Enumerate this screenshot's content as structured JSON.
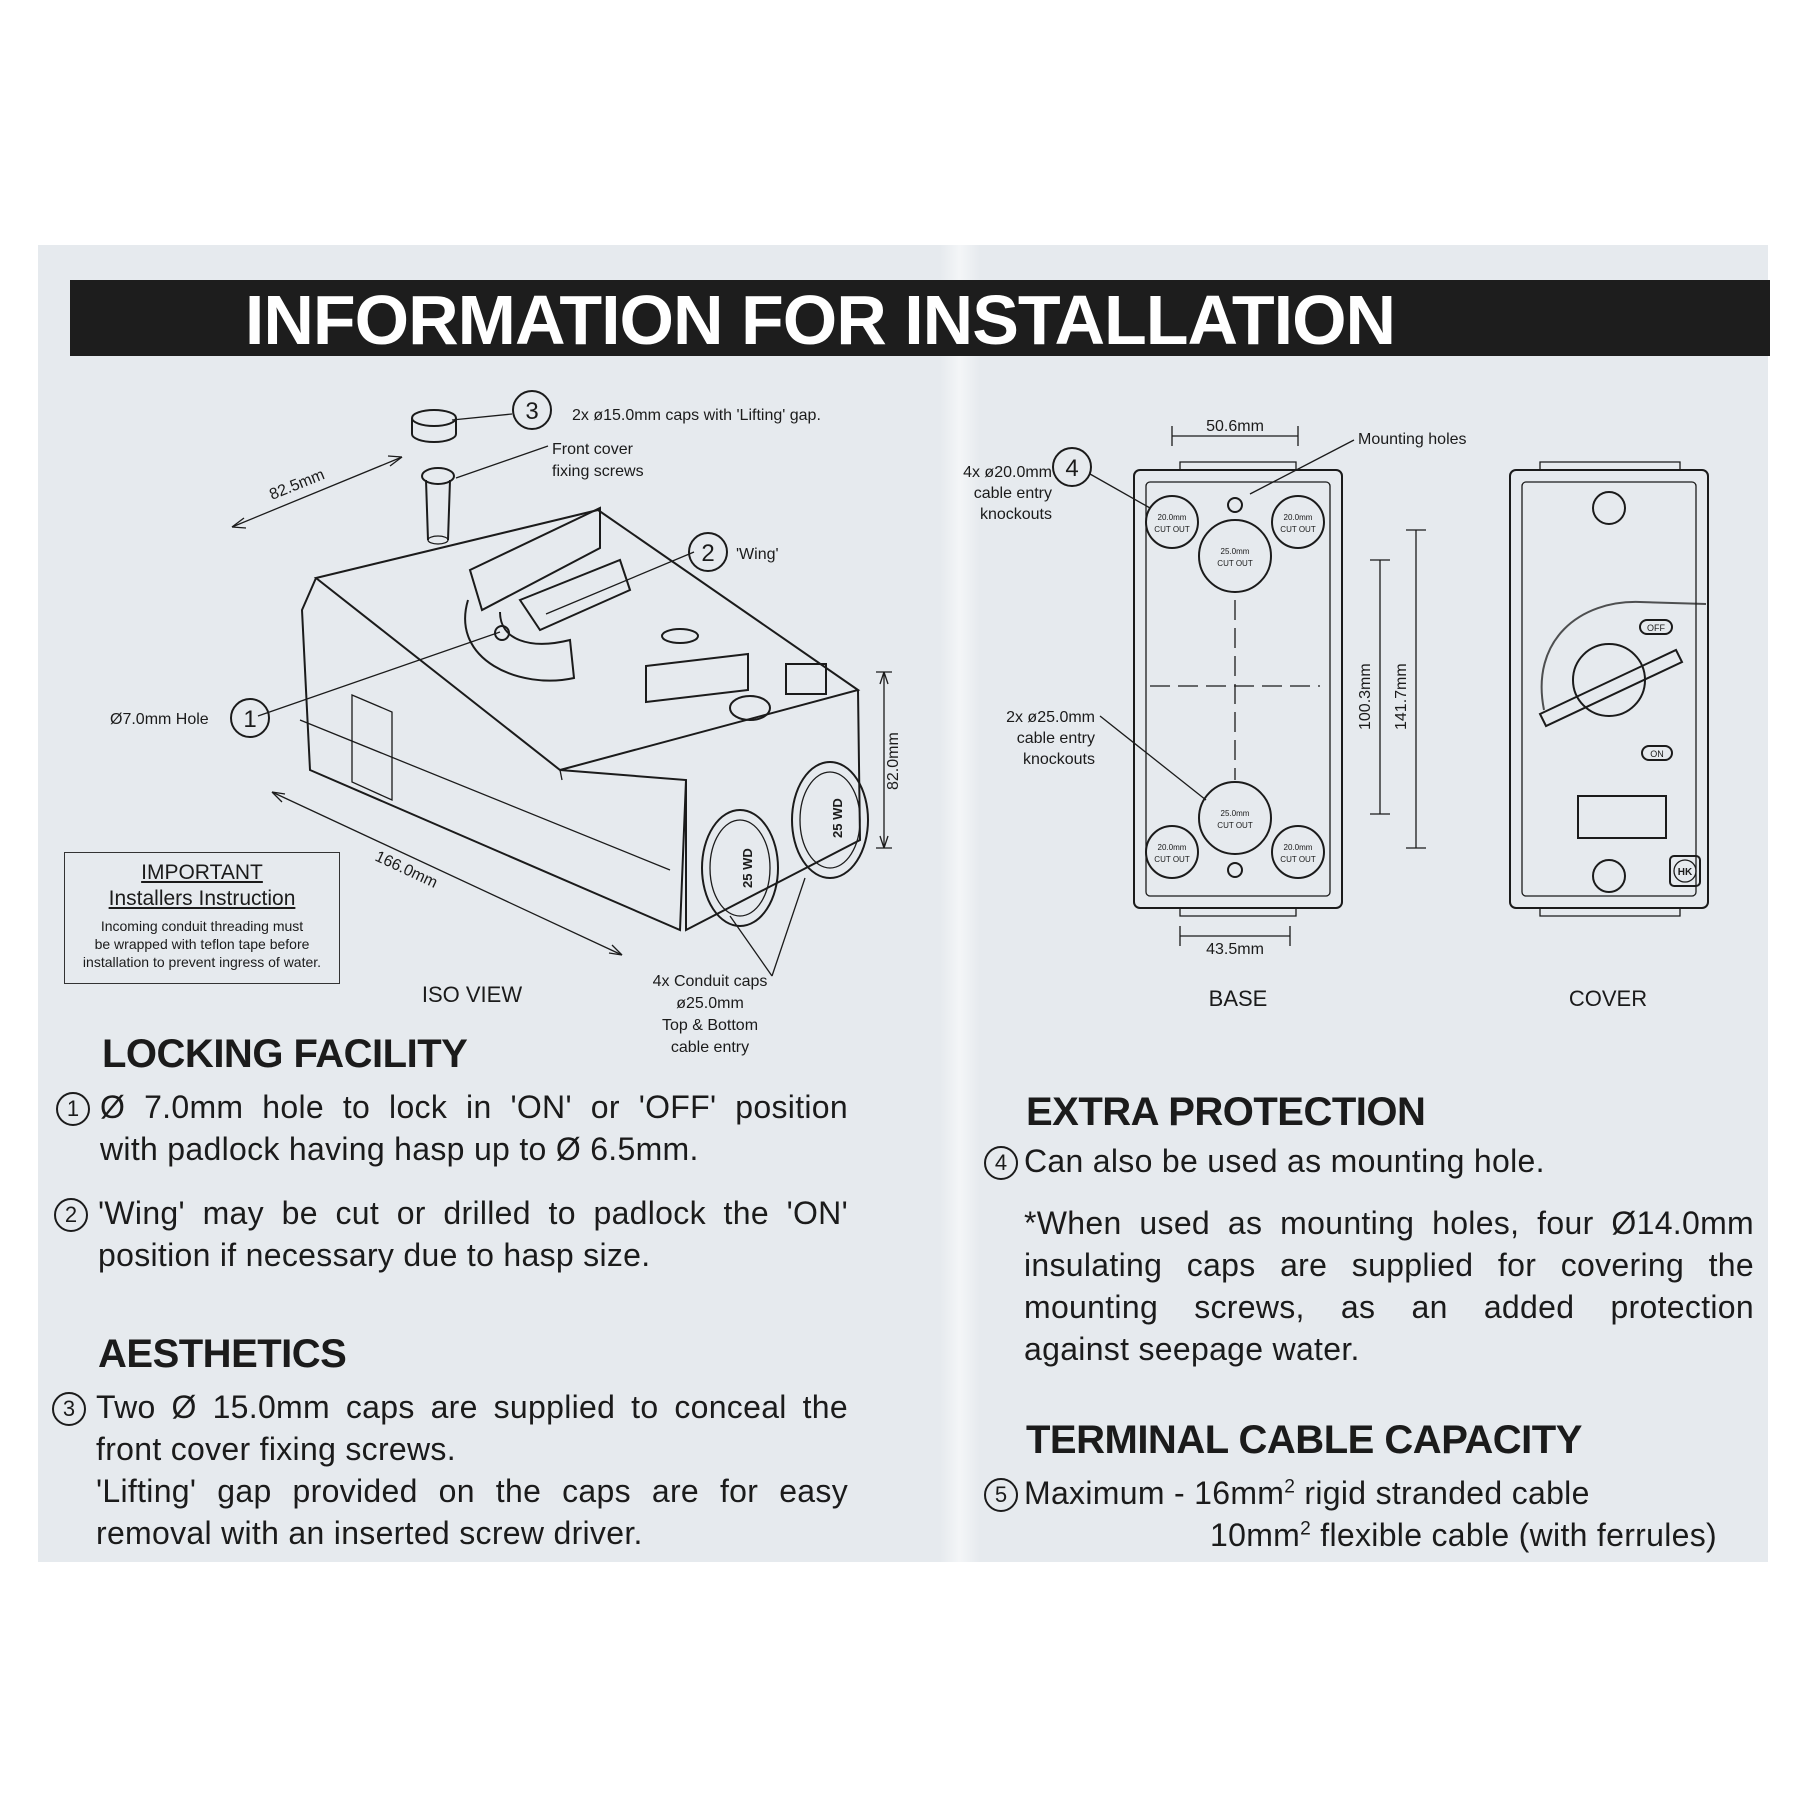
{
  "banner": {
    "title": "INFORMATION FOR INSTALLATION"
  },
  "iso_view": {
    "caption": "ISO VIEW",
    "dim_width": "82.5mm",
    "dim_length": "166.0mm",
    "dim_height": "82.0mm",
    "callout_1": {
      "num": "1",
      "text": "Ø7.0mm Hole"
    },
    "callout_2": {
      "num": "2",
      "text": "'Wing'"
    },
    "callout_3": {
      "num": "3",
      "text": "2x ø15.0mm caps with 'Lifting' gap."
    },
    "front_cover_line1": "Front cover",
    "front_cover_line2": "fixing screws",
    "conduit_line1": "4x Conduit caps",
    "conduit_line2": "ø25.0mm",
    "conduit_line3": "Top & Bottom",
    "conduit_line4": "cable entry",
    "cap_label": "25 WD"
  },
  "important": {
    "title": "IMPORTANT",
    "subtitle": "Installers Instruction",
    "line1": "Incoming conduit threading must",
    "line2": "be wrapped with teflon tape before",
    "line3": "installation to prevent ingress of water."
  },
  "base_view": {
    "caption": "BASE",
    "dim_top": "50.6mm",
    "dim_bottom": "43.5mm",
    "dim_inner": "100.3mm",
    "dim_outer": "141.7mm",
    "mounting_holes": "Mounting holes",
    "callout_4": {
      "num": "4",
      "line1": "4x ø20.0mm",
      "line2": "cable entry",
      "line3": "knockouts"
    },
    "knock25": {
      "line1": "2x ø25.0mm",
      "line2": "cable entry",
      "line3": "knockouts"
    },
    "ko20_top": "20.0mm",
    "ko25_top": "25.0mm",
    "ko_cut": "CUT OUT"
  },
  "cover_view": {
    "caption": "COVER",
    "off_label": "OFF",
    "on_label": "ON",
    "logo": "HK"
  },
  "locking": {
    "heading": "LOCKING FACILITY",
    "item1_num": "1",
    "item1_line1": "Ø 7.0mm hole to lock in 'ON' or 'OFF' position",
    "item1_line2": "with padlock having hasp up to Ø 6.5mm.",
    "item2_num": "2",
    "item2_line1": "'Wing' may be cut or drilled to padlock the 'ON'",
    "item2_line2": "position if necessary due to hasp size."
  },
  "aesthetics": {
    "heading": "AESTHETICS",
    "item3_num": "3",
    "line1": "Two Ø 15.0mm caps are supplied to conceal the",
    "line2": "front cover fixing screws.",
    "line3": "'Lifting' gap provided on the caps are for easy",
    "line4": "removal with an inserted screw driver."
  },
  "extra": {
    "heading": "EXTRA PROTECTION",
    "item4_num": "4",
    "line1": "Can also be used as mounting hole.",
    "note1": "*When used as mounting holes, four Ø14.0mm",
    "note2": "insulating caps are supplied for covering the",
    "note3": "mounting screws, as an added protection",
    "note4": "against seepage water."
  },
  "terminal": {
    "heading": "TERMINAL CABLE CAPACITY",
    "item5_num": "5",
    "label": "Maximum -",
    "line1_a": "16mm",
    "line1_sup": "2",
    "line1_b": " rigid stranded cable",
    "line2_a": "10mm",
    "line2_sup": "2",
    "line2_b": " flexible cable (with ferrules)"
  }
}
